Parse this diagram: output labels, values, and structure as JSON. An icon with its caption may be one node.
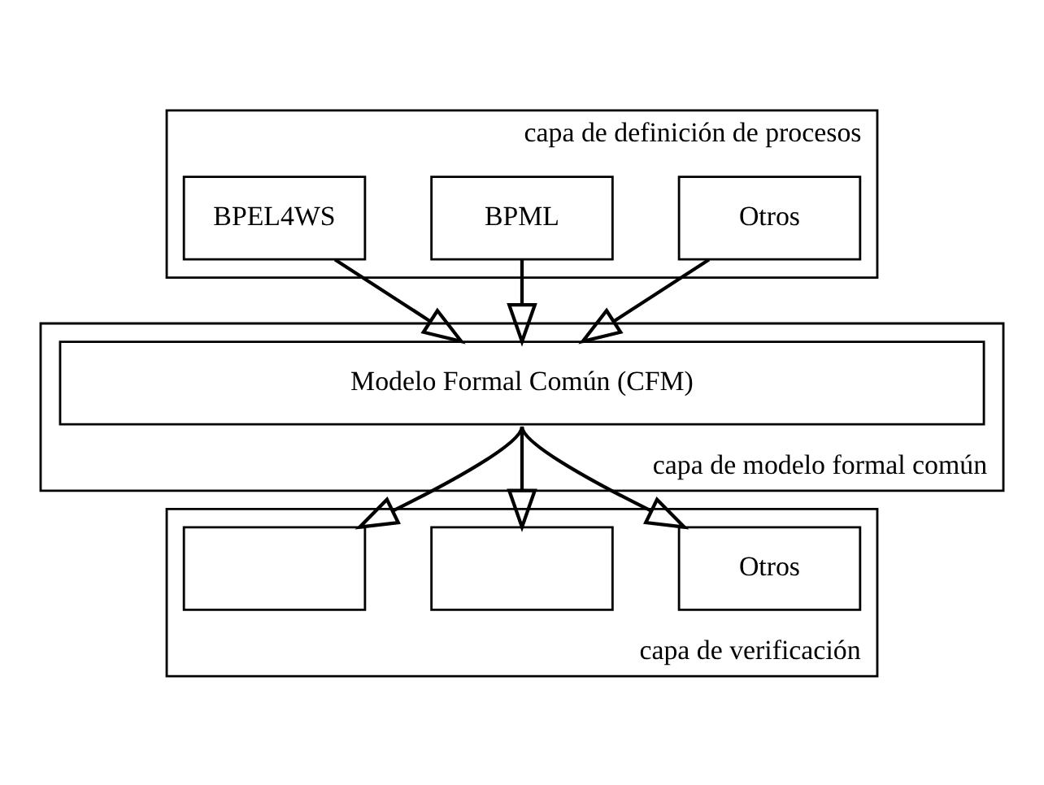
{
  "diagram": {
    "nodes": [
      {
        "text": [
          "capa de definición de procesos"
        ]
      },
      {
        "text": [
          "BPEL4WS"
        ],
        "in": 0
      },
      {
        "text": [
          "BPML"
        ],
        "in": 0
      },
      {
        "text": [
          "Otros"
        ],
        "in": 0
      },
      {
        "text": [
          "capa de modelo formal común"
        ]
      },
      {
        "text": [
          "Modelo Formal Común (CFM)"
        ],
        "in": 4
      },
      {
        "text": [
          "capa de verificación"
        ]
      },
      {
        "text": [],
        "shape": "box",
        "in": 6
      },
      {
        "text": [],
        "shape": "box",
        "in": 6
      },
      {
        "text": [
          "Otros"
        ],
        "in": 6
      }
    ],
    "edges": [
      {
        "from": 1,
        "to": 5,
        "arrow": "to"
      },
      {
        "from": 2,
        "to": 5,
        "arrow": "to"
      },
      {
        "from": 3,
        "to": 5,
        "arrow": "to"
      },
      {
        "from": 5,
        "to": 7,
        "arrow": "to"
      },
      {
        "from": 5,
        "to": 8,
        "arrow": "to"
      },
      {
        "from": 5,
        "to": 9,
        "arrow": "to"
      }
    ]
  }
}
